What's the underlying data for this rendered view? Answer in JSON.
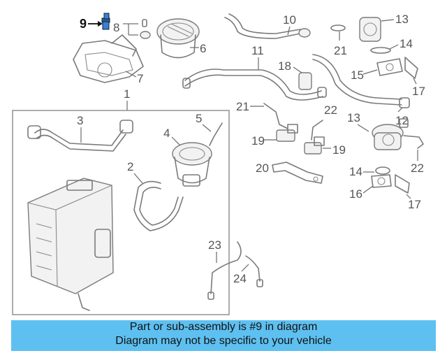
{
  "diagram": {
    "highlighted_callout": "9",
    "callouts": {
      "c1": "1",
      "c2": "2",
      "c3": "3",
      "c4": "4",
      "c5": "5",
      "c6": "6",
      "c7": "7",
      "c8": "8",
      "c10": "10",
      "c11": "11",
      "c12": "12",
      "c13a": "13",
      "c13b": "13",
      "c14a": "14",
      "c14b": "14",
      "c15": "15",
      "c16": "16",
      "c17a": "17",
      "c17b": "17",
      "c18": "18",
      "c19a": "19",
      "c19b": "19",
      "c20": "20",
      "c21a": "21",
      "c21b": "21",
      "c22a": "22",
      "c22b": "22",
      "c23": "23",
      "c24": "24"
    }
  },
  "banner": {
    "line1": "Part or sub-assembly is #9 in diagram",
    "line2": "Diagram may not be specific to your vehicle",
    "color": "#5ec0f0"
  }
}
